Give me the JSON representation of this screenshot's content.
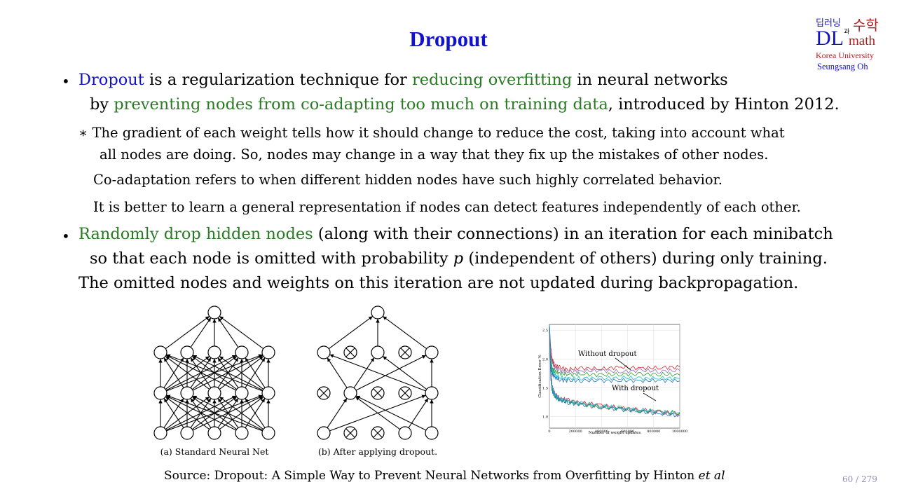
{
  "title": "Dropout",
  "logo": {
    "korean_left": "딥러닝",
    "korean_mid": "과",
    "korean_right": "수학",
    "dl": "DL",
    "math": "math",
    "university": "Korea University",
    "author": "Seungsang Oh"
  },
  "bullet1": {
    "l1_a": "Dropout",
    "l1_b": " is a regularization technique for ",
    "l1_c": "reducing overfitting",
    "l1_d": " in neural networks",
    "l2_a": "by ",
    "l2_b": "preventing nodes from co-adapting too much on training data",
    "l2_c": ", introduced by Hinton 2012."
  },
  "note": {
    "l1": "∗ The gradient of each weight tells how it should change to reduce the cost, taking into account what",
    "l2": "all nodes are doing.  So, nodes may change in a way that they fix up the mistakes of other nodes.",
    "l3": "Co-adaptation refers to when different hidden nodes have such highly correlated behavior.",
    "l4": "It is better to learn a general representation if nodes can detect features independently of each other."
  },
  "bullet2": {
    "l1_a": "Randomly drop hidden nodes",
    "l1_b": " (along with their connections) in an iteration for each minibatch",
    "l2_a": "so that each node is omitted with probability ",
    "l2_b": "p",
    "l2_c": " (independent of others) during only training.",
    "l3": "The omitted nodes and weights on this iteration are not updated during backpropagation."
  },
  "figure": {
    "caption_a": "(a) Standard Neural Net",
    "caption_b": "(b) After applying dropout.",
    "dropped_nodes_b": {
      "layer_top": [
        1,
        3
      ],
      "layer_mid": [
        0,
        2,
        3
      ],
      "layer_bottom": [
        1,
        2
      ]
    }
  },
  "chart_data": {
    "type": "line",
    "xlabel": "Number of weight updates",
    "ylabel": "Classification Error %",
    "xlim": [
      0,
      1000000
    ],
    "ylim": [
      0.8,
      2.6
    ],
    "xticks": [
      "0",
      "200000",
      "400000",
      "600000",
      "800000",
      "1000000"
    ],
    "yticks": [
      "1.0",
      "1.5",
      "2.0",
      "2.5"
    ],
    "grid": true,
    "annotations": [
      "Without dropout",
      "With dropout"
    ],
    "series": [
      {
        "group": "without",
        "color": "#d62728",
        "x": [
          0,
          10000,
          20000,
          40000,
          80000,
          150000,
          250000,
          400000,
          550000,
          700000,
          850000,
          1000000
        ],
        "y": [
          2.6,
          2.2,
          2.0,
          1.9,
          1.85,
          1.82,
          1.84,
          1.83,
          1.86,
          1.84,
          1.85,
          1.86
        ]
      },
      {
        "group": "without",
        "color": "#9467bd",
        "x": [
          0,
          10000,
          20000,
          40000,
          80000,
          150000,
          250000,
          400000,
          550000,
          700000,
          850000,
          1000000
        ],
        "y": [
          2.6,
          2.1,
          1.95,
          1.85,
          1.8,
          1.78,
          1.79,
          1.8,
          1.78,
          1.8,
          1.79,
          1.8
        ]
      },
      {
        "group": "without",
        "color": "#2ca02c",
        "x": [
          0,
          10000,
          20000,
          40000,
          80000,
          150000,
          250000,
          400000,
          550000,
          700000,
          850000,
          1000000
        ],
        "y": [
          2.6,
          2.0,
          1.85,
          1.78,
          1.75,
          1.73,
          1.74,
          1.72,
          1.74,
          1.73,
          1.74,
          1.72
        ]
      },
      {
        "group": "without",
        "color": "#17becf",
        "x": [
          0,
          10000,
          20000,
          40000,
          80000,
          150000,
          250000,
          400000,
          550000,
          700000,
          850000,
          1000000
        ],
        "y": [
          2.6,
          1.95,
          1.8,
          1.72,
          1.68,
          1.66,
          1.67,
          1.66,
          1.68,
          1.66,
          1.67,
          1.66
        ]
      },
      {
        "group": "without",
        "color": "#1f77b4",
        "x": [
          0,
          10000,
          20000,
          40000,
          80000,
          150000,
          250000,
          400000,
          550000,
          700000,
          850000,
          1000000
        ],
        "y": [
          2.6,
          1.9,
          1.75,
          1.68,
          1.64,
          1.62,
          1.63,
          1.62,
          1.63,
          1.62,
          1.63,
          1.62
        ]
      },
      {
        "group": "with",
        "color": "#d62728",
        "x": [
          0,
          10000,
          20000,
          40000,
          80000,
          150000,
          250000,
          400000,
          550000,
          700000,
          850000,
          1000000
        ],
        "y": [
          2.6,
          1.8,
          1.55,
          1.4,
          1.32,
          1.28,
          1.24,
          1.2,
          1.15,
          1.12,
          1.08,
          1.05
        ]
      },
      {
        "group": "with",
        "color": "#9467bd",
        "x": [
          0,
          10000,
          20000,
          40000,
          80000,
          150000,
          250000,
          400000,
          550000,
          700000,
          850000,
          1000000
        ],
        "y": [
          2.6,
          1.75,
          1.5,
          1.38,
          1.3,
          1.26,
          1.22,
          1.18,
          1.14,
          1.1,
          1.06,
          1.03
        ]
      },
      {
        "group": "with",
        "color": "#2ca02c",
        "x": [
          0,
          10000,
          20000,
          40000,
          80000,
          150000,
          250000,
          400000,
          550000,
          700000,
          850000,
          1000000
        ],
        "y": [
          2.6,
          1.7,
          1.48,
          1.36,
          1.29,
          1.25,
          1.21,
          1.17,
          1.13,
          1.1,
          1.08,
          1.06
        ]
      },
      {
        "group": "with",
        "color": "#17becf",
        "x": [
          0,
          10000,
          20000,
          40000,
          80000,
          150000,
          250000,
          400000,
          550000,
          700000,
          850000,
          1000000
        ],
        "y": [
          2.6,
          1.72,
          1.52,
          1.39,
          1.31,
          1.27,
          1.23,
          1.19,
          1.15,
          1.12,
          1.09,
          1.07
        ]
      },
      {
        "group": "with",
        "color": "#1f77b4",
        "x": [
          0,
          10000,
          20000,
          40000,
          80000,
          150000,
          250000,
          400000,
          550000,
          700000,
          850000,
          1000000
        ],
        "y": [
          2.6,
          1.68,
          1.46,
          1.35,
          1.28,
          1.24,
          1.2,
          1.16,
          1.12,
          1.09,
          1.05,
          1.02
        ]
      }
    ]
  },
  "source": {
    "a": "Source: Dropout: A Simple Way to Prevent Neural Networks from Overfitting by Hinton ",
    "b": "et al"
  },
  "page": {
    "number": "60 / 279"
  }
}
